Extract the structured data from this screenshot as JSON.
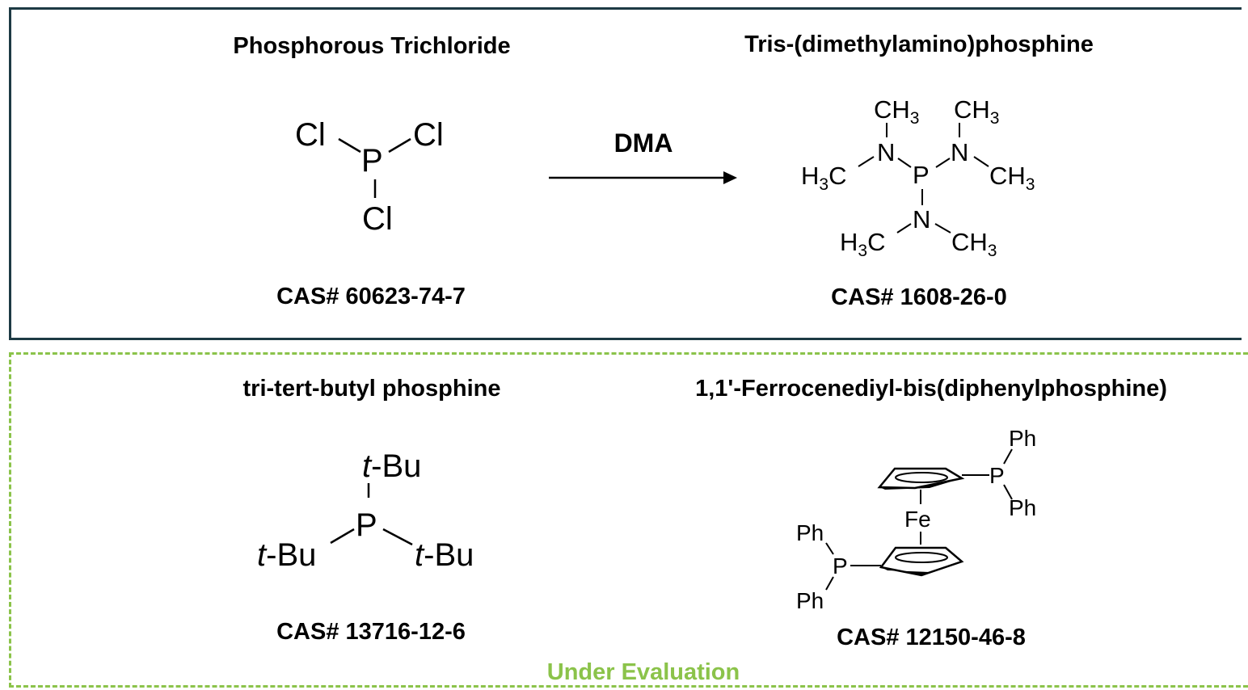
{
  "reaction": {
    "reagent_label": "DMA"
  },
  "compounds": [
    {
      "name": "Phosphorous Trichloride",
      "cas": "CAS# 60623-74-7",
      "atoms": {
        "p": "P",
        "cl": "Cl"
      }
    },
    {
      "name": "Tris-(dimethylamino)phosphine",
      "cas": "CAS# 1608-26-0",
      "atoms": {
        "p": "P",
        "n": "N",
        "ch": "CH",
        "h": "H",
        "c": "C",
        "sub3": "3"
      }
    },
    {
      "name": "tri-tert-butyl phosphine",
      "cas": "CAS# 13716-12-6",
      "atoms": {
        "p": "P",
        "t": "t",
        "bu": "-Bu"
      }
    },
    {
      "name": "1,1'-Ferrocenediyl-bis(diphenylphosphine)",
      "cas": "CAS# 12150-46-8",
      "atoms": {
        "p": "P",
        "fe": "Fe",
        "ph": "Ph"
      }
    }
  ],
  "status_label": "Under Evaluation",
  "colors": {
    "top_border": "#1d3a44",
    "dashed_border": "#8bc34a",
    "status_text": "#8bc34a"
  }
}
